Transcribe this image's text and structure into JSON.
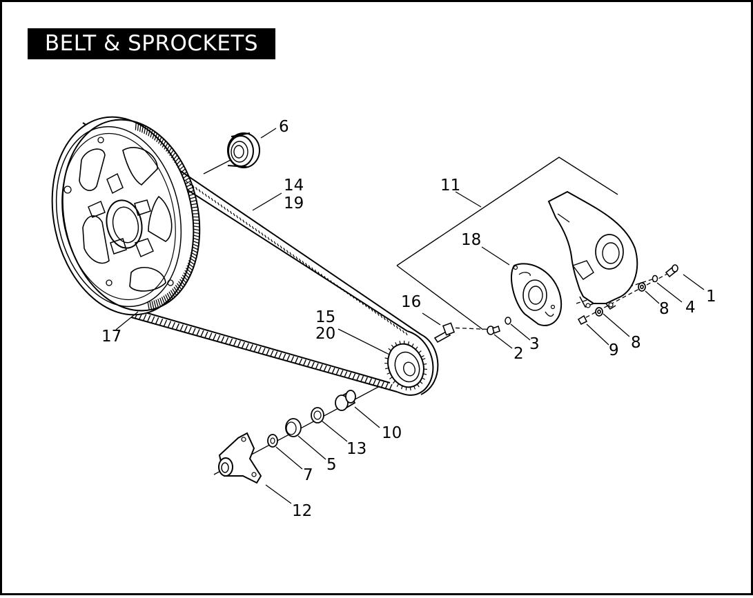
{
  "title": "BELT & SPROCKETS",
  "callouts": {
    "c1": "1",
    "c2": "2",
    "c3": "3",
    "c4": "4",
    "c5": "5",
    "c6": "6",
    "c7": "7",
    "c8a": "8",
    "c8b": "8",
    "c9": "9",
    "c10": "10",
    "c11": "11",
    "c12": "12",
    "c13": "13",
    "c14": "14",
    "c15": "15",
    "c16": "16",
    "c17": "17",
    "c18": "18",
    "c19": "19",
    "c20": "20"
  },
  "colors": {
    "ink": "#000000",
    "paper": "#ffffff"
  }
}
